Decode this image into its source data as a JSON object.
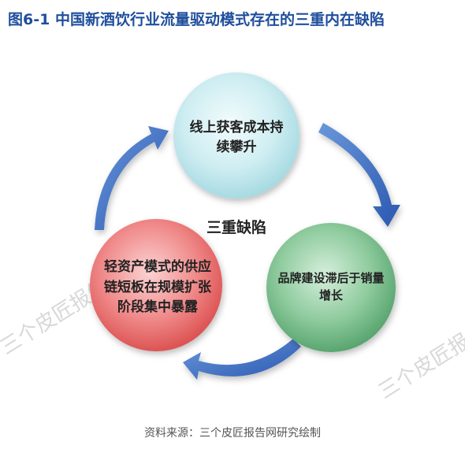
{
  "title": "图6-1  中国新酒饮行业流量驱动模式存在的三重内在缺陷",
  "center_label": "三重缺陷",
  "nodes": {
    "top": {
      "line1": "线上获客成本持",
      "line2": "续攀升"
    },
    "right": {
      "line1": "品牌建设滞后于销量",
      "line2": "增长"
    },
    "left": {
      "line1": "轻资产模式的供应",
      "line2": "链短板在规模扩张",
      "line3": "阶段集中暴露"
    }
  },
  "source": "资料来源：三个皮匠报告网研究绘制",
  "watermark": "三个皮匠报告",
  "colors": {
    "title": "#1f4e9c",
    "top_circle": "#bfe8ee",
    "right_circle": "#7cc08e",
    "left_circle": "#ec6f6f",
    "arrow": "#3468c0"
  }
}
